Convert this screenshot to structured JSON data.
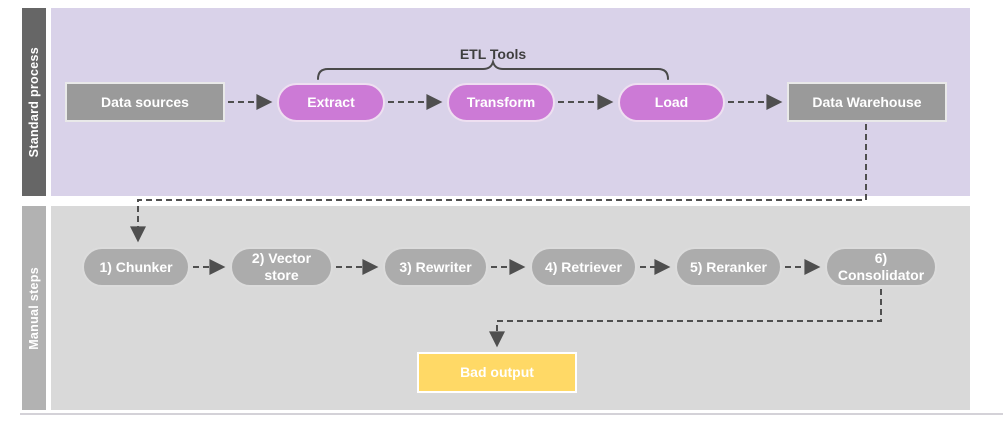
{
  "sections": {
    "standard": {
      "label": "Standard process"
    },
    "manual": {
      "label": "Manual steps"
    }
  },
  "etl_group": {
    "label": "ETL Tools"
  },
  "nodes": {
    "data_sources": {
      "label": "Data sources"
    },
    "extract": {
      "label": "Extract"
    },
    "transform": {
      "label": "Transform"
    },
    "load": {
      "label": "Load"
    },
    "data_warehouse": {
      "label": "Data Warehouse"
    },
    "chunker": {
      "label": "1) Chunker"
    },
    "vector_store": {
      "label": "2) Vector store"
    },
    "rewriter": {
      "label": "3) Rewriter"
    },
    "retriever": {
      "label": "4) Retriever"
    },
    "reranker": {
      "label": "5) Reranker"
    },
    "consolidator": {
      "label": "6) Consolidator"
    },
    "bad_output": {
      "label": "Bad output"
    }
  },
  "colors": {
    "standard_panel": "#d9d2e9",
    "standard_sidebar": "#666666",
    "manual_panel": "#d9d9d9",
    "manual_sidebar": "#b2b2b2",
    "etl_pill": "#cc7ad6",
    "gray_box": "#9a9a9a",
    "gray_pill": "#acacac",
    "bad_output_box": "#ffd966",
    "connector": "#4f4f4f"
  }
}
